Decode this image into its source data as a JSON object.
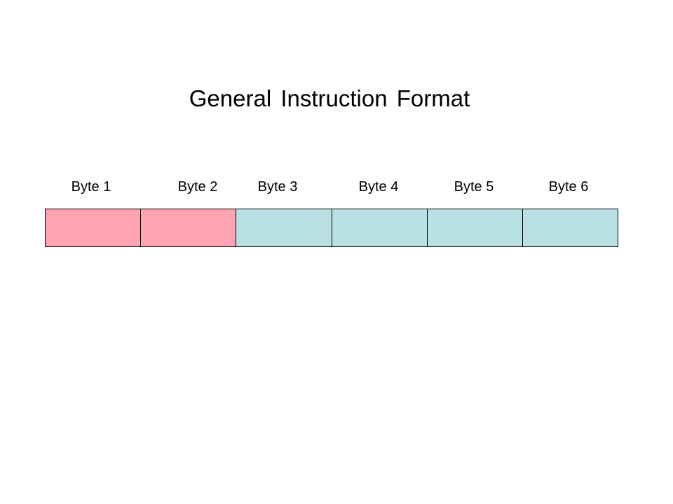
{
  "title": "General Instruction Format",
  "colors": {
    "opcode": "#ffa3b0",
    "operand": "#b9e1e3"
  },
  "bytes": [
    {
      "label": "Byte 1",
      "color": "#ffa3b0"
    },
    {
      "label": "Byte 2",
      "color": "#ffa3b0"
    },
    {
      "label": "Byte 3",
      "color": "#b9e1e3"
    },
    {
      "label": "Byte 4",
      "color": "#b9e1e3"
    },
    {
      "label": "Byte 5",
      "color": "#b9e1e3"
    },
    {
      "label": "Byte 6",
      "color": "#b9e1e3"
    }
  ]
}
